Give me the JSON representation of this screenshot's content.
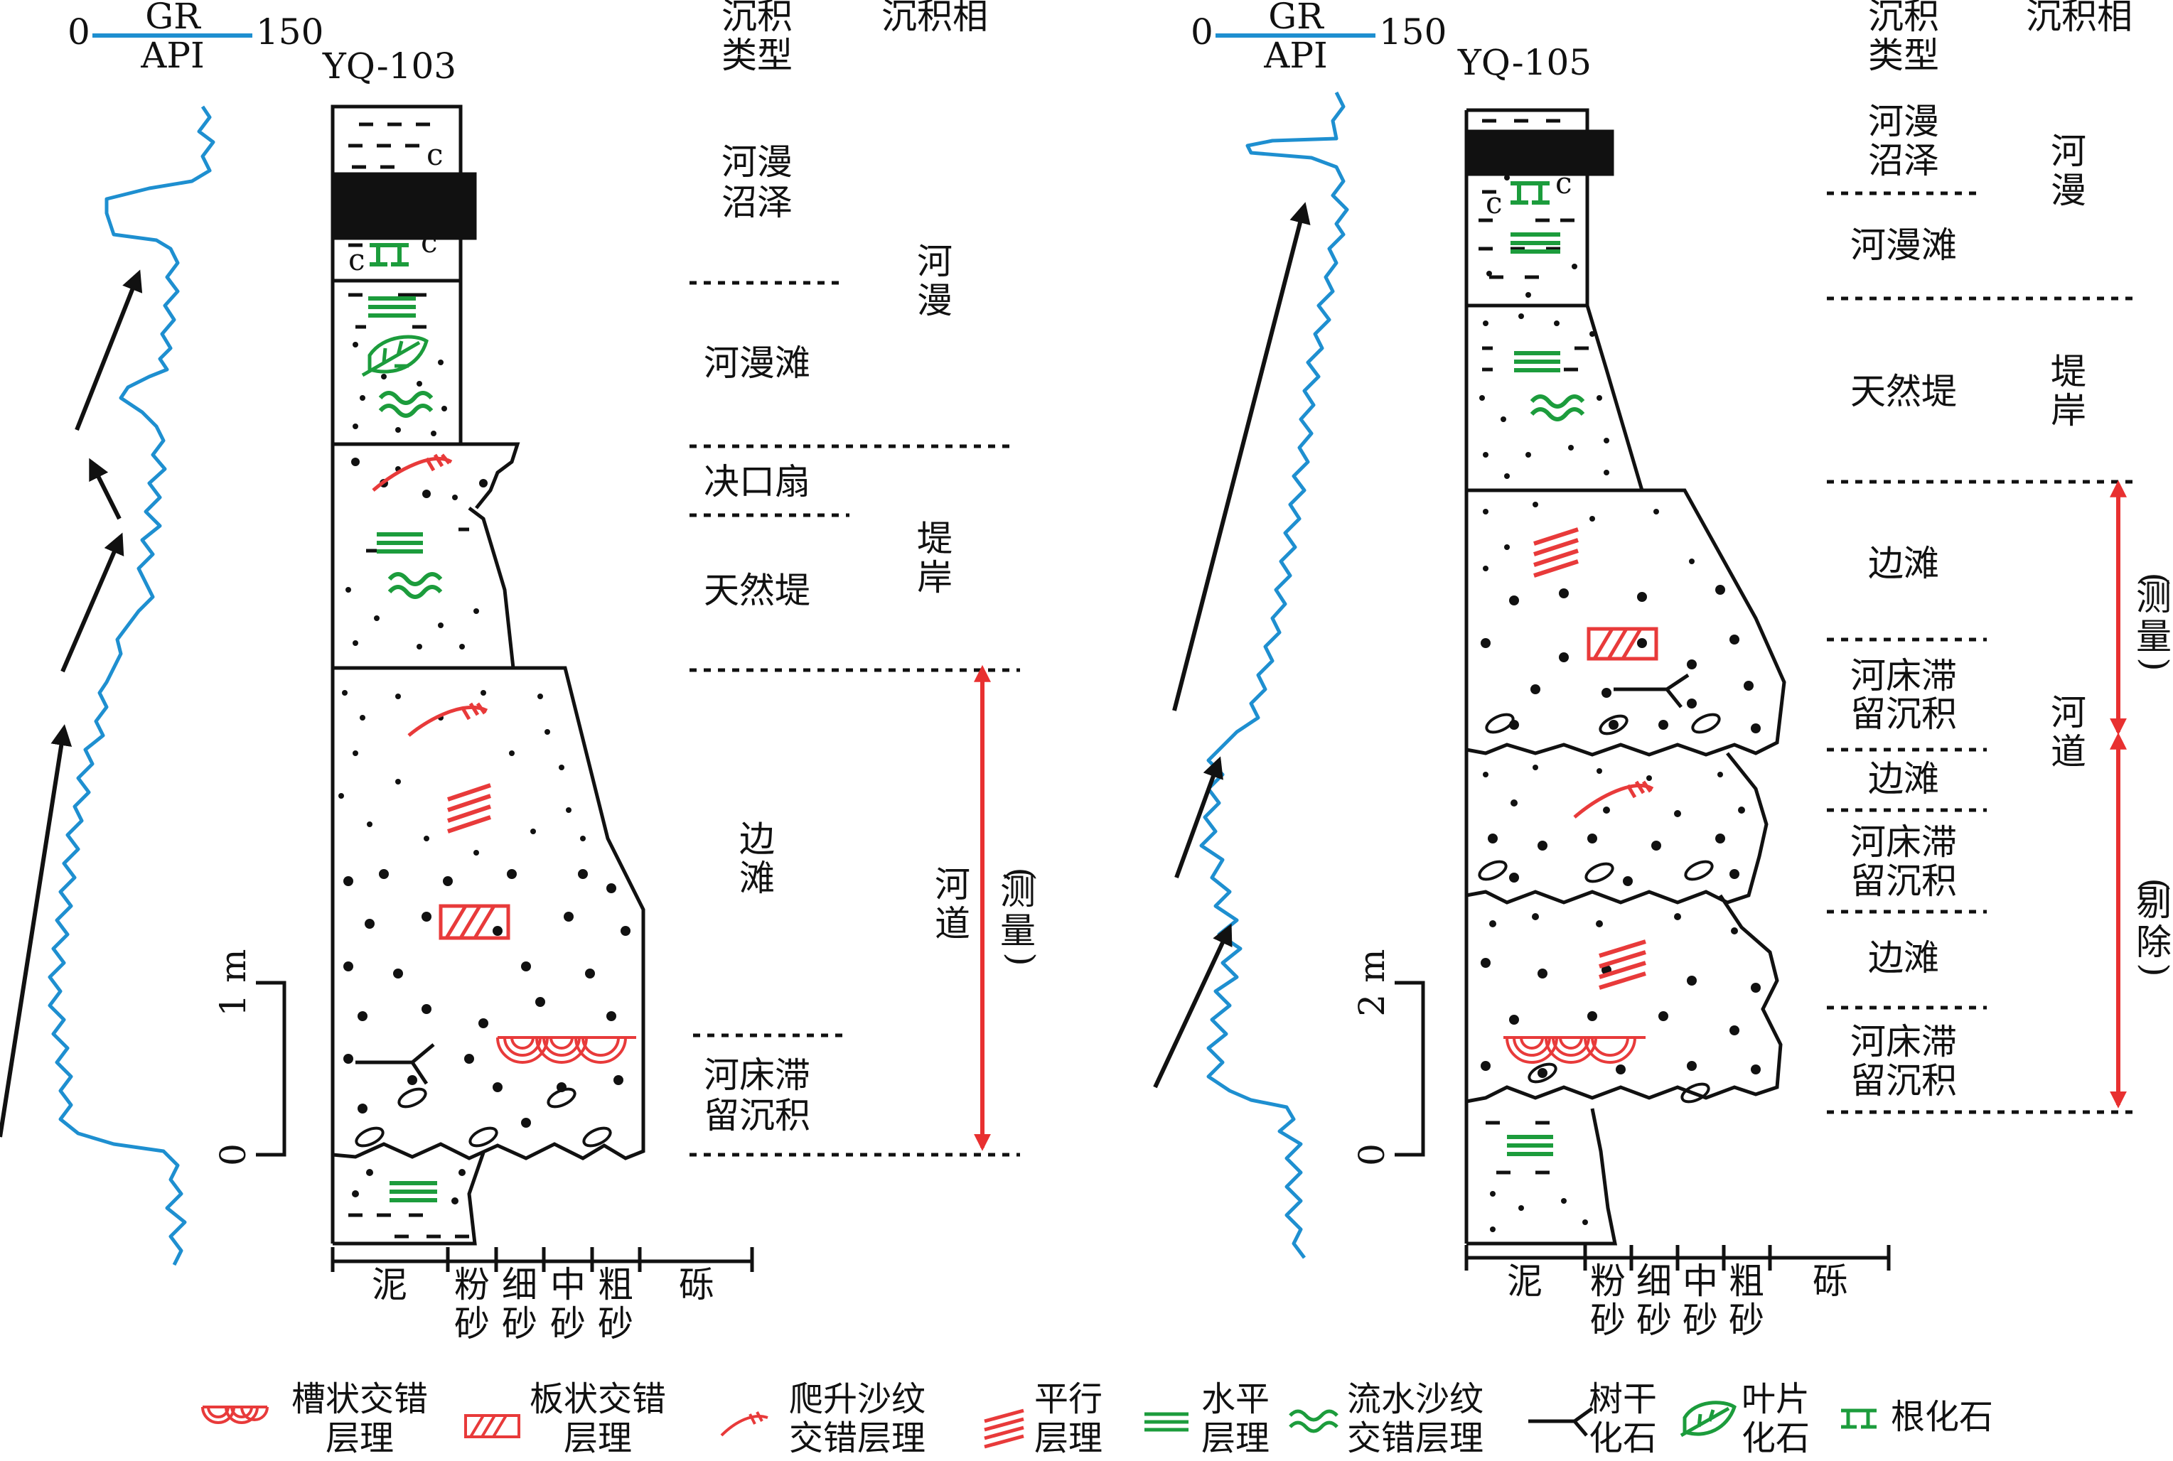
{
  "colors": {
    "gr_curve": "#1e8fd0",
    "red_symbol": "#e83a3a",
    "green_symbol": "#1c9c3c",
    "black": "#111111",
    "arrow_red": "#e83030"
  },
  "gr_header": {
    "min": "0",
    "max": "150",
    "top": "GR",
    "bottom": "API"
  },
  "left": {
    "well": "YQ-103",
    "col_type": [
      "沉积",
      "类型"
    ],
    "col_facies": "沉积相",
    "types": [
      [
        "河漫",
        "沼泽"
      ],
      [
        "河漫滩"
      ],
      [
        "决口扇"
      ],
      [
        "天然堤"
      ],
      [
        "边",
        "滩"
      ],
      [
        "河床滞",
        "留沉积"
      ]
    ],
    "facies": [
      [
        "河",
        "漫"
      ],
      [
        "堤",
        "岸"
      ],
      [
        "河",
        "道"
      ]
    ],
    "measure": [
      "(",
      "测",
      "量",
      ")"
    ],
    "scale": {
      "unit": "1 m",
      "zero": "0"
    },
    "grain_labels": [
      [
        "泥"
      ],
      [
        "粉",
        "砂"
      ],
      [
        "细",
        "砂"
      ],
      [
        "中",
        "砂"
      ],
      [
        "粗",
        "砂"
      ],
      [
        "砾"
      ]
    ]
  },
  "right": {
    "well": "YQ-105",
    "col_type": [
      "沉积",
      "类型"
    ],
    "col_facies": "沉积相",
    "types": [
      [
        "河漫",
        "沼泽"
      ],
      [
        "河漫滩"
      ],
      [
        "天然堤"
      ],
      [
        "边滩"
      ],
      [
        "河床滞",
        "留沉积"
      ],
      [
        "边滩"
      ],
      [
        "河床滞",
        "留沉积"
      ],
      [
        "边滩"
      ],
      [
        "河床滞",
        "留沉积"
      ]
    ],
    "facies": [
      [
        "河",
        "漫"
      ],
      [
        "堤",
        "岸"
      ],
      [
        "河",
        "道"
      ]
    ],
    "measure_top": [
      "(",
      "测",
      "量",
      ")"
    ],
    "measure_bottom": [
      "(",
      "剔",
      "除",
      ")"
    ],
    "scale": {
      "unit": "2 m",
      "zero": "0"
    },
    "grain_labels": [
      [
        "泥"
      ],
      [
        "粉",
        "砂"
      ],
      [
        "细",
        "砂"
      ],
      [
        "中",
        "砂"
      ],
      [
        "粗",
        "砂"
      ],
      [
        "砾"
      ]
    ]
  },
  "legend": [
    {
      "icon": "trough-cross-bedding-icon",
      "label": [
        "槽状交错",
        "层理"
      ]
    },
    {
      "icon": "tabular-cross-bedding-icon",
      "label": [
        "板状交错",
        "层理"
      ]
    },
    {
      "icon": "climbing-ripple-icon",
      "label": [
        "爬升沙纹",
        "交错层理"
      ]
    },
    {
      "icon": "parallel-bedding-icon",
      "label": [
        "平行",
        "层理"
      ]
    },
    {
      "icon": "horizontal-bedding-icon",
      "label": [
        "水平",
        "层理"
      ]
    },
    {
      "icon": "current-ripple-icon",
      "label": [
        "流水沙纹",
        "交错层理"
      ]
    },
    {
      "icon": "tree-trunk-fossil-icon",
      "label": [
        "树干",
        "化石"
      ]
    },
    {
      "icon": "leaf-fossil-icon",
      "label": [
        "叶片",
        "化石"
      ]
    },
    {
      "icon": "root-fossil-icon",
      "label": [
        "根化石"
      ]
    }
  ]
}
